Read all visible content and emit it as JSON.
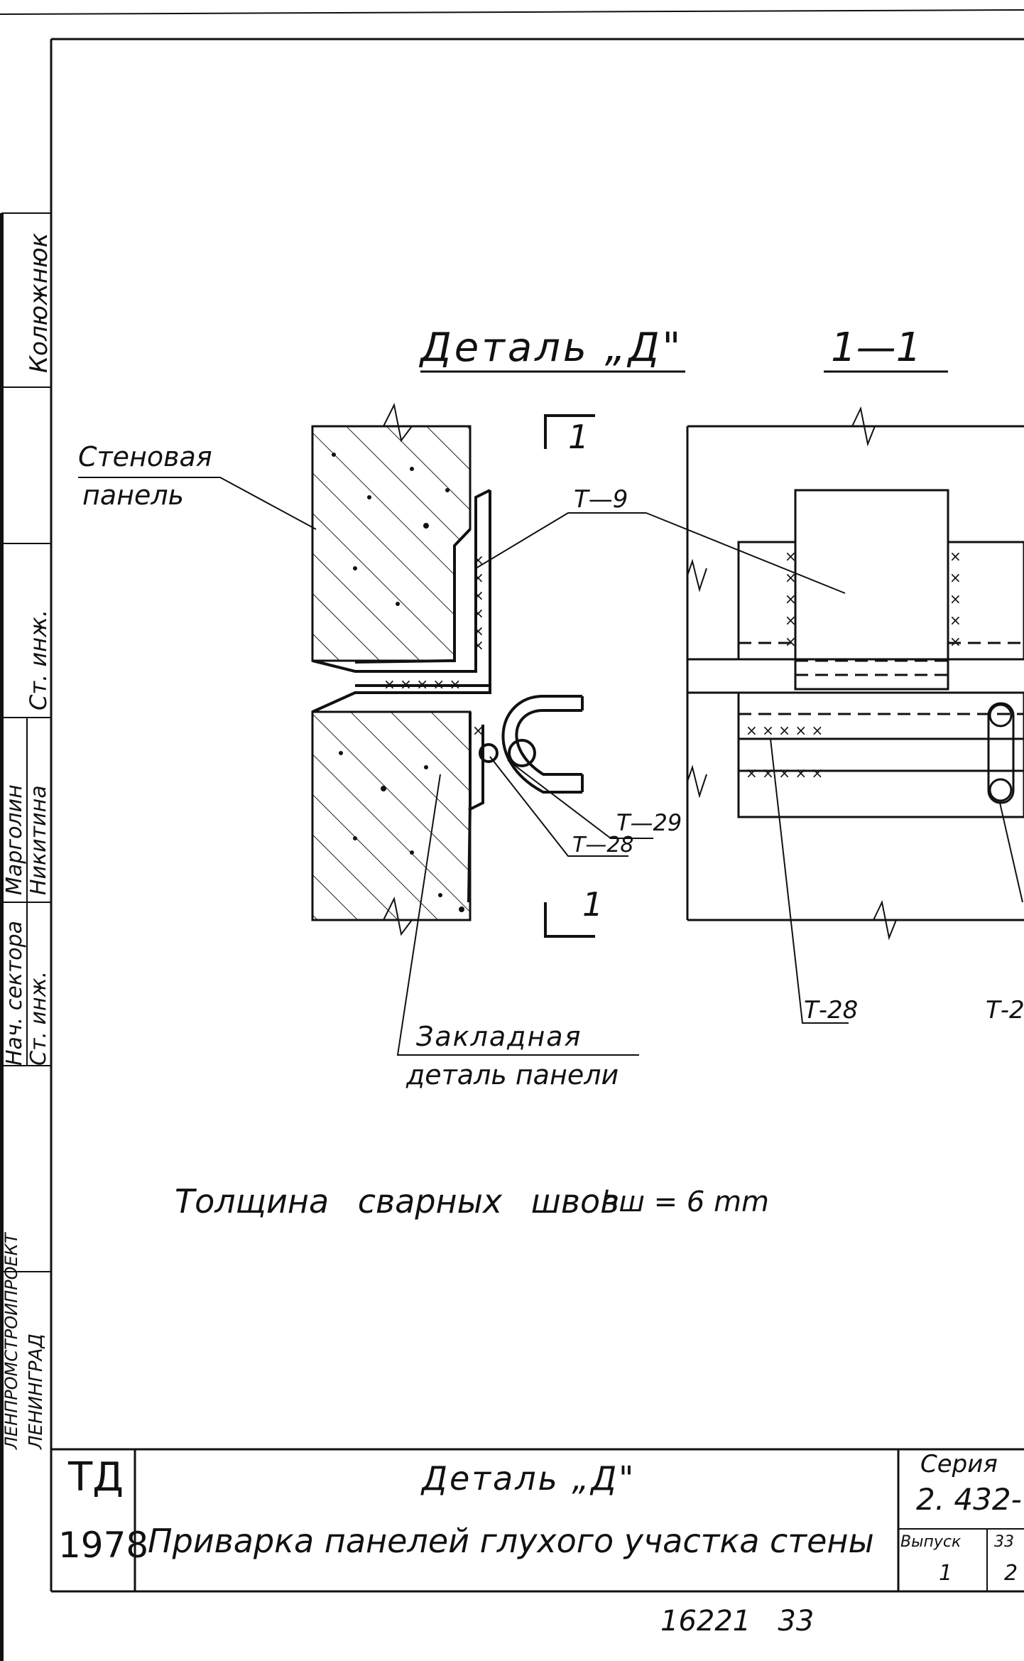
{
  "detail_title": "Деталь „Д\"",
  "section_title": "1—1",
  "cut_mark": "1",
  "labels": {
    "wall_panel_1": "Стеновая",
    "wall_panel_2": "панель",
    "t9": "Т—9",
    "t29": "Т—29",
    "t28_small": "Т—28",
    "t28": "Т-28",
    "t2x": "Т-2",
    "embed_1": "Закладная",
    "embed_2": "деталь панели"
  },
  "note": "Толщина сварных швов",
  "note_value": "hш = 6 mm",
  "side_stamp": {
    "roles": [
      "Нач. сектора",
      "Ст. инж.",
      "Ст. инж."
    ],
    "names": [
      "Марголин",
      "Никитина",
      "Колюжнюк"
    ],
    "org": "ЛЕНИНГРАД",
    "org_top": "ЛЕНПРОМСТРОЙПРОЕКТ"
  },
  "title_block": {
    "code": "ТД",
    "year": "1978",
    "title": "Деталь „Д\"",
    "subtitle": "Приварка панелей глухого участка стены",
    "series_label": "Серия",
    "series_value": "2. 432-",
    "issue_label": "Выпуск",
    "issue_value": "1",
    "sheet_label": "33",
    "sheet_value": "2"
  },
  "footer_number": "16221   33"
}
